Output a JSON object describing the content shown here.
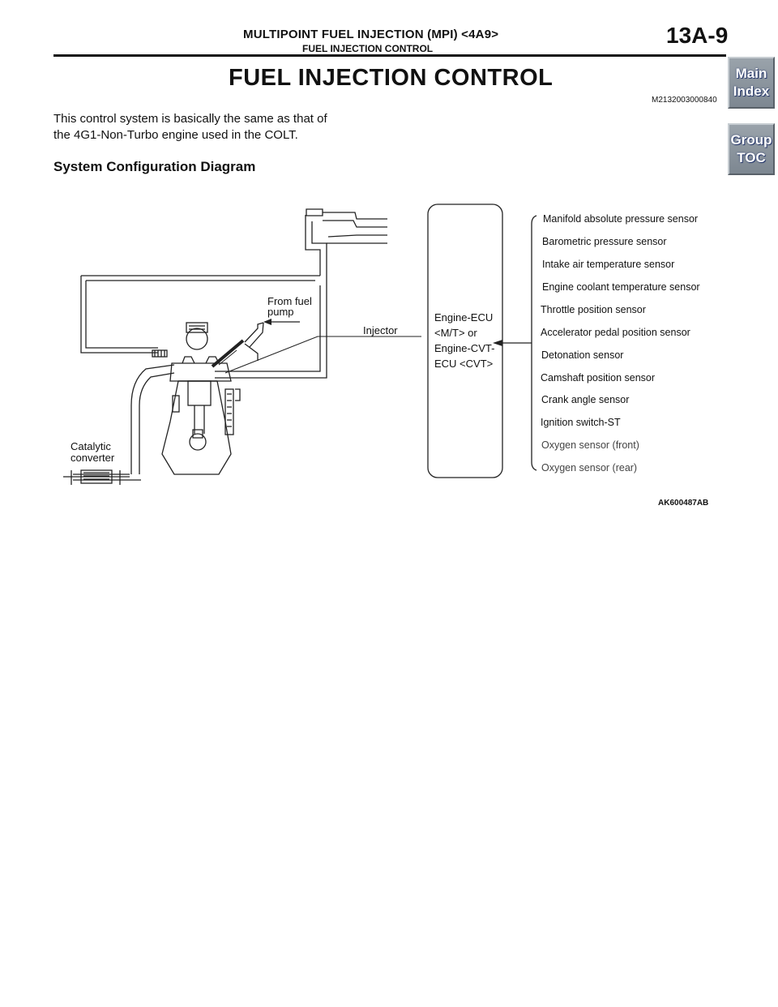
{
  "header": {
    "title": "MULTIPOINT FUEL INJECTION (MPI) <4A9>",
    "subtitle": "FUEL INJECTION CONTROL",
    "page_number": "13A-9"
  },
  "side_nav": {
    "main_index": [
      "Main",
      "Index"
    ],
    "group_toc": [
      "Group",
      "TOC"
    ]
  },
  "main": {
    "title": "FUEL INJECTION CONTROL",
    "doc_id": "M2132003000840",
    "body_lines": [
      "This control system is basically the same as that of",
      "the 4G1-Non-Turbo engine used in the COLT."
    ],
    "section_heading": "System Configuration Diagram"
  },
  "diagram": {
    "ecu_label": [
      "Engine-ECU",
      "<M/T> or",
      "Engine-CVT-",
      "ECU <CVT>"
    ],
    "injector_label": "Injector",
    "fuel_label": [
      "From fuel",
      "pump"
    ],
    "catalytic_label": [
      "Catalytic",
      "converter"
    ],
    "sensors": [
      "Manifold absolute pressure sensor",
      "Barometric pressure sensor",
      "Intake air temperature sensor",
      "Engine coolant temperature sensor",
      "Throttle position sensor",
      "Accelerator pedal position sensor",
      "Detonation sensor",
      "Camshaft position sensor",
      "Crank angle sensor",
      "Ignition switch-ST",
      "Oxygen sensor (front)",
      "Oxygen sensor (rear)"
    ],
    "figure_id": "AK600487AB"
  }
}
